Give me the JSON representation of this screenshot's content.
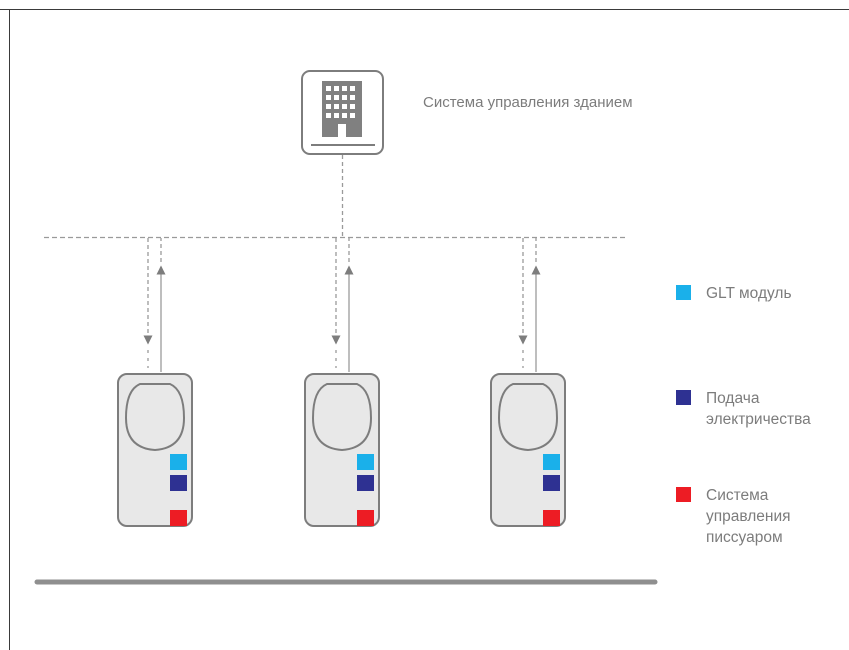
{
  "building": {
    "label": "Система управления зданием",
    "icon": "office-building-icon"
  },
  "colors": {
    "glt_module": "#1ab0ea",
    "power_supply": "#2e3192",
    "urinal_control": "#ed1c24",
    "outline": "#7d7d7d",
    "device_fill": "#e8e8e8",
    "lines": "#9a9a9a",
    "floor": "#8f8f8f",
    "text": "#7c7c7c"
  },
  "legend": [
    {
      "color": "#1ab0ea",
      "label": "GLT модуль"
    },
    {
      "color": "#2e3192",
      "label": "Подача электричества"
    },
    {
      "color": "#ed1c24",
      "label": "Система управления писсуаром"
    }
  ],
  "devices": [
    {
      "modules": [
        "#1ab0ea",
        "#2e3192",
        "#ed1c24"
      ]
    },
    {
      "modules": [
        "#1ab0ea",
        "#2e3192",
        "#ed1c24"
      ]
    },
    {
      "modules": [
        "#1ab0ea",
        "#2e3192",
        "#ed1c24"
      ]
    }
  ]
}
